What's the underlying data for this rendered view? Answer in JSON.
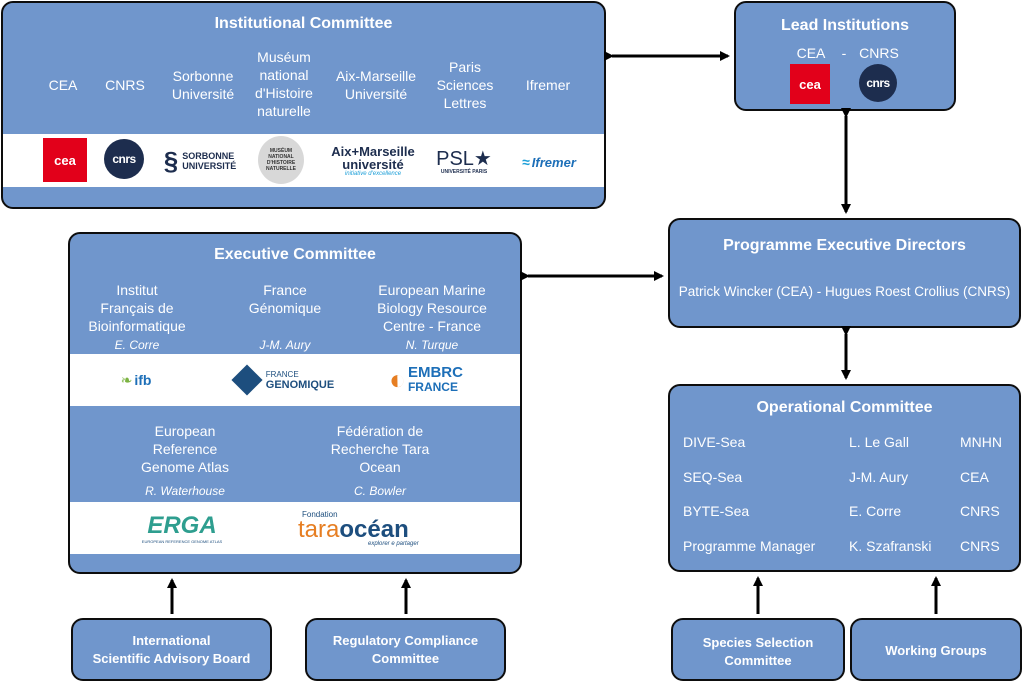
{
  "institutional": {
    "title": "Institutional Committee",
    "members": [
      "CEA",
      "CNRS",
      "Sorbonne\nUniversité",
      "Muséum\nnational\nd'Histoire\nnaturelle",
      "Aix-Marseille\nUniversité",
      "Paris\nSciences\nLettres",
      "Ifremer"
    ],
    "logos": {
      "cea": "cea",
      "cnrs": "cnrs",
      "sorbonne": "SORBONNE\nUNIVERSITÉ",
      "mnhn": "MUSÉUM\nNATIONAL\nD'HISTOIRE\nNATURELLE",
      "amu": "Aix+Marseille\nuniversité",
      "amu_tag": "initiative d'excellence",
      "psl": "PSL★",
      "psl_tag": "UNIVERSITÉ PARIS",
      "ifremer": "Ifremer"
    }
  },
  "lead": {
    "title": "Lead Institutions",
    "cea": "CEA",
    "sep": "-",
    "cnrs": "CNRS",
    "logo_cea": "cea",
    "logo_cnrs": "cnrs"
  },
  "directors": {
    "title": "Programme Executive Directors",
    "names": "Patrick Wincker (CEA) - Hugues Roest Crollius (CNRS)"
  },
  "executive": {
    "title": "Executive Committee",
    "row1": [
      {
        "name": "Institut\nFrançais de\nBioinformatique",
        "person": "E. Corre"
      },
      {
        "name": "France\nGénomique",
        "person": "J-M. Aury"
      },
      {
        "name": "European Marine\nBiology Resource\nCentre - France",
        "person": "N. Turque"
      }
    ],
    "row2": [
      {
        "name": "European\nReference\nGenome Atlas",
        "person": "R. Waterhouse"
      },
      {
        "name": "Fédération de\nRecherche Tara\nOcean",
        "person": "C. Bowler"
      }
    ],
    "logos": {
      "ifb": "ifb",
      "fg_top": "FRANCE",
      "fg_bottom": "GENOMIQUE",
      "embrc_top": "EMBRC",
      "embrc_bottom": "FRANCE",
      "erga": "ERGA",
      "erga_tag": "EUROPEAN REFERENCE GENOME ATLAS",
      "tara_small": "Fondation",
      "tara": "tara",
      "ocean": "océan",
      "tara_tag": "explorer e partager"
    }
  },
  "operational": {
    "title": "Operational Committee",
    "rows": [
      {
        "role": "DIVE-Sea",
        "person": "L. Le Gall",
        "org": "MNHN"
      },
      {
        "role": "SEQ-Sea",
        "person": "J-M. Aury",
        "org": "CEA"
      },
      {
        "role": "BYTE-Sea",
        "person": "E. Corre",
        "org": "CNRS"
      },
      {
        "role": "Programme Manager",
        "person": "K. Szafranski",
        "org": "CNRS"
      }
    ]
  },
  "bottom": {
    "isab": "International\nScientific Advisory Board",
    "regulatory": "Regulatory Compliance\nCommittee",
    "species": "Species Selection\nCommittee",
    "working": "Working Groups"
  },
  "colors": {
    "box": "#7096cc",
    "border": "#0d0d0d",
    "cea_red": "#e2001a",
    "cnrs_navy": "#1d2d4e"
  }
}
